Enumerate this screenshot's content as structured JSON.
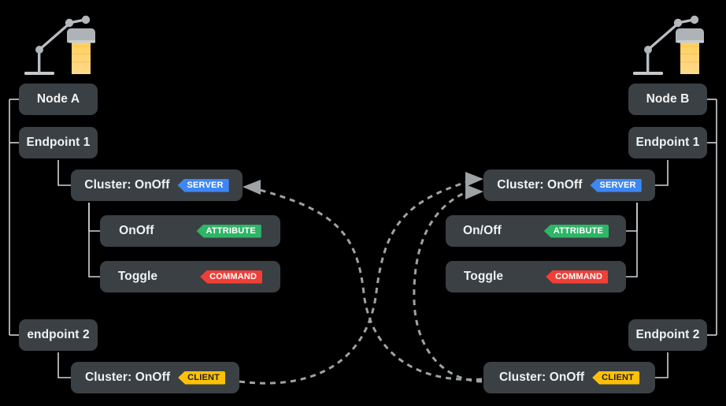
{
  "diagram": {
    "type": "matter-binding-topology",
    "background": "#000000",
    "box_color": "#3b4044",
    "text_color": "#f2f3f4",
    "connector_color": "#cfd2d4",
    "arrow_color": "#9ea2a5"
  },
  "badge_colors": {
    "server": "#3d87f5",
    "client": "#ffc107",
    "attribute": "#2eb567",
    "command": "#ef3f37"
  },
  "left": {
    "lamp_label": "lamp-icon",
    "node": "Node A",
    "endpoint1": "Endpoint 1",
    "endpoint2": "endpoint 2",
    "cluster_server": "Cluster: OnOff",
    "cluster_server_badge": "SERVER",
    "attribute_name": "OnOff",
    "attribute_badge": "ATTRIBUTE",
    "command_name": "Toggle",
    "command_badge": "COMMAND",
    "cluster_client": "Cluster: OnOff",
    "cluster_client_badge": "CLIENT"
  },
  "right": {
    "lamp_label": "lamp-icon",
    "node": "Node B",
    "endpoint1": "Endpoint 1",
    "endpoint2": "Endpoint 2",
    "cluster_server": "Cluster: OnOff",
    "cluster_server_badge": "SERVER",
    "attribute_name": "On/Off",
    "attribute_badge": "ATTRIBUTE",
    "command_name": "Toggle",
    "command_badge": "COMMAND",
    "cluster_client": "Cluster: OnOff",
    "cluster_client_badge": "CLIENT"
  },
  "bindings": [
    {
      "name": "left-client-to-right-server",
      "from": "left.cluster_client",
      "to": "right.cluster_server",
      "style": "dashed",
      "direction": "forward"
    },
    {
      "name": "right-client-to-left-server",
      "from": "right.cluster_client",
      "to": "left.cluster_server",
      "style": "dashed",
      "direction": "forward"
    },
    {
      "name": "right-client-to-right-server",
      "from": "right.cluster_client",
      "to": "right.cluster_server",
      "style": "dashed",
      "direction": "forward"
    }
  ]
}
